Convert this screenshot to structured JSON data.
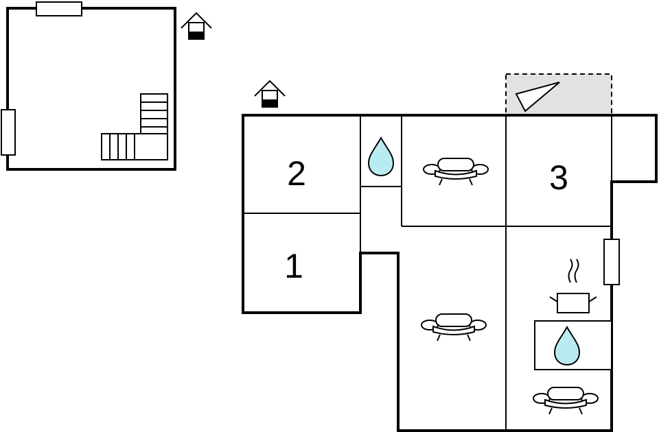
{
  "floor_plan": {
    "rooms": [
      {
        "id": "bedroom-2",
        "number": "2"
      },
      {
        "id": "bedroom-1",
        "number": "1"
      },
      {
        "id": "bedroom-3",
        "number": "3"
      }
    ],
    "icons": {
      "upper_floor_marker": "house-level-icon",
      "ground_floor_marker": "house-level-icon",
      "bathroom": "water-drop-icon",
      "kitchen_sink": "water-drop-icon",
      "cooking": "cooking-pot-icon",
      "seating": "sofa-icon",
      "terrace": "terrace-triangle-icon",
      "stairs": "staircase-icon",
      "window": "window-marker"
    },
    "colors": {
      "walls": "#000000",
      "water": "#b9ecf0",
      "terrace_fill": "#e2e2e2",
      "background": "#ffffff"
    }
  }
}
